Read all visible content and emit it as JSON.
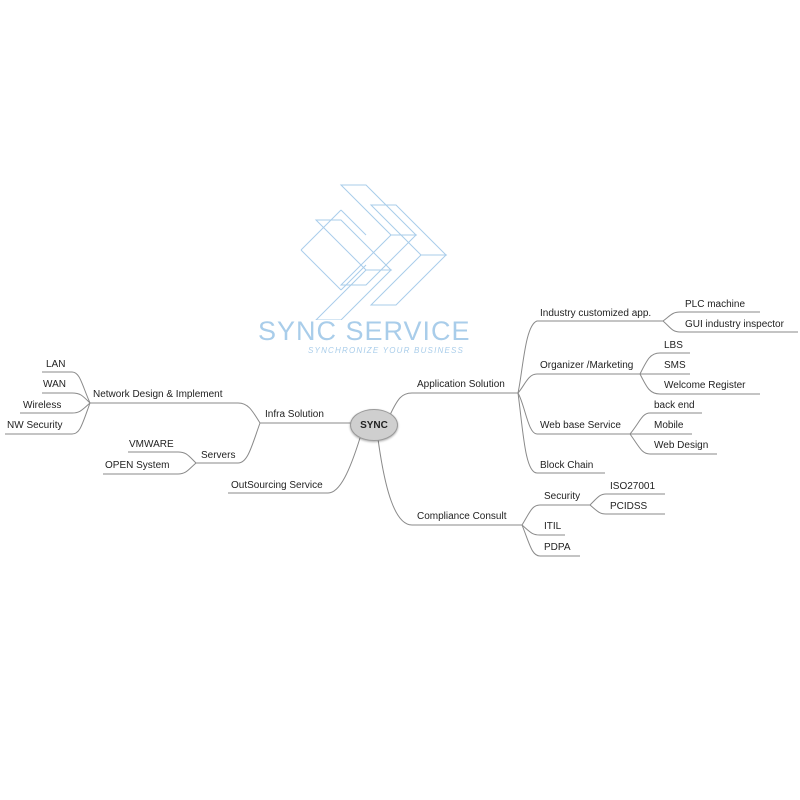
{
  "brand": {
    "title": "SYNC SERVICE",
    "subtitle": "SYNCHRONIZE YOUR BUSINESS",
    "logo_color": "#a9cdea"
  },
  "mindmap": {
    "center": "SYNC",
    "right": {
      "application": {
        "label": "Application Solution",
        "industry": {
          "label": "Industry customized app.",
          "items": [
            "PLC machine",
            "GUI industry inspector"
          ]
        },
        "organizer": {
          "label": "Organizer /Marketing",
          "items": [
            "LBS",
            "SMS",
            "Welcome Register"
          ]
        },
        "web": {
          "label": "Web base Service",
          "items": [
            "back end",
            "Mobile",
            "Web Design"
          ]
        },
        "blockchain": "Block Chain"
      },
      "compliance": {
        "label": "Compliance Consult",
        "security": {
          "label": "Security",
          "items": [
            "ISO27001",
            "PCIDSS"
          ]
        },
        "itil": "ITIL",
        "pdpa": "PDPA"
      }
    },
    "left": {
      "infra": {
        "label": "Infra Solution",
        "network": {
          "label": "Network Design & Implement",
          "items": [
            "LAN",
            "WAN",
            "Wireless",
            "NW Security"
          ]
        },
        "servers": {
          "label": "Servers",
          "items": [
            "VMWARE",
            "OPEN System"
          ]
        }
      },
      "outsourcing": "OutSourcing Service"
    }
  }
}
